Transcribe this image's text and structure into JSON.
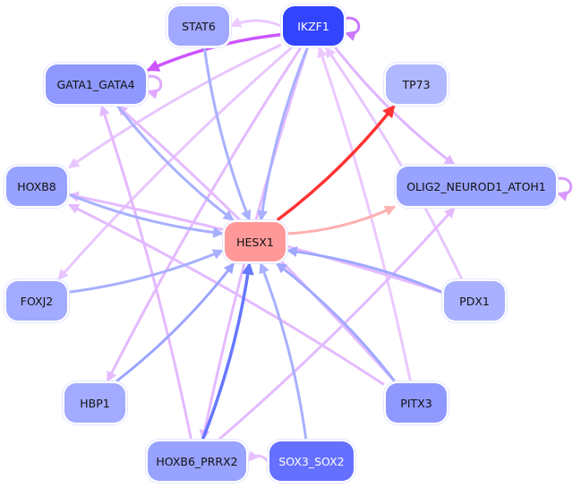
{
  "nodes": [
    {
      "id": "STAT6",
      "label": "STAT6",
      "color": "#a0a8ff",
      "text": "#111"
    },
    {
      "id": "IKZF1",
      "label": "IKZF1",
      "color": "#3344ff",
      "text": "#ffffff"
    },
    {
      "id": "GATA1_GATA4",
      "label": "GATA1_GATA4",
      "color": "#8e98ff",
      "text": "#111"
    },
    {
      "id": "TP73",
      "label": "TP73",
      "color": "#b0b8ff",
      "text": "#111"
    },
    {
      "id": "HOXB8",
      "label": "HOXB8",
      "color": "#98a2ff",
      "text": "#111"
    },
    {
      "id": "OLIG2_NEUROD1_ATOH1",
      "label": "OLIG2_NEUROD1_ATOH1",
      "color": "#98a2ff",
      "text": "#111"
    },
    {
      "id": "HESX1",
      "label": "HESX1",
      "color": "#ff9999",
      "text": "#111"
    },
    {
      "id": "FOXJ2",
      "label": "FOXJ2",
      "color": "#a2abff",
      "text": "#111"
    },
    {
      "id": "PDX1",
      "label": "PDX1",
      "color": "#a8b0ff",
      "text": "#111"
    },
    {
      "id": "HBP1",
      "label": "HBP1",
      "color": "#a2abff",
      "text": "#111"
    },
    {
      "id": "PITX3",
      "label": "PITX3",
      "color": "#8e98ff",
      "text": "#111"
    },
    {
      "id": "HOXB6_PRRX2",
      "label": "HOXB6_PRRX2",
      "color": "#98a2ff",
      "text": "#111"
    },
    {
      "id": "SOX3_SOX2",
      "label": "SOX3_SOX2",
      "color": "#6570ff",
      "text": "#ffffff"
    }
  ],
  "edges": [
    {
      "from": "IKZF1",
      "to": "STAT6",
      "color": "#ecc8ff"
    },
    {
      "from": "IKZF1",
      "to": "IKZF1",
      "color": "#cc77ff"
    },
    {
      "from": "IKZF1",
      "to": "GATA1_GATA4",
      "color": "#cc55ff"
    },
    {
      "from": "GATA1_GATA4",
      "to": "GATA1_GATA4",
      "color": "#e0a8ff"
    },
    {
      "from": "OLIG2_NEUROD1_ATOH1",
      "to": "OLIG2_NEUROD1_ATOH1",
      "color": "#d99aff"
    },
    {
      "from": "SOX3_SOX2",
      "to": "HOXB6_PRRX2",
      "color": "#e8c0ff"
    },
    {
      "from": "IKZF1",
      "to": "HOXB8",
      "color": "#e8c6ff"
    },
    {
      "from": "IKZF1",
      "to": "FOXJ2",
      "color": "#e8c6ff"
    },
    {
      "from": "IKZF1",
      "to": "HBP1",
      "color": "#e4baff"
    },
    {
      "from": "IKZF1",
      "to": "HOXB6_PRRX2",
      "color": "#e4baff"
    },
    {
      "from": "IKZF1",
      "to": "OLIG2_NEUROD1_ATOH1",
      "color": "#e0b4ff"
    },
    {
      "from": "PDX1",
      "to": "IKZF1",
      "color": "#e8c6ff"
    },
    {
      "from": "PITX3",
      "to": "IKZF1",
      "color": "#ecc8ff"
    },
    {
      "from": "PDX1",
      "to": "HOXB8",
      "color": "#e4baff"
    },
    {
      "from": "PITX3",
      "to": "HOXB8",
      "color": "#e4baff"
    },
    {
      "from": "PITX3",
      "to": "GATA1_GATA4",
      "color": "#e4baff"
    },
    {
      "from": "HOXB6_PRRX2",
      "to": "GATA1_GATA4",
      "color": "#e4baff"
    },
    {
      "from": "HOXB6_PRRX2",
      "to": "OLIG2_NEUROD1_ATOH1",
      "color": "#e4baff"
    },
    {
      "from": "STAT6",
      "to": "HESX1",
      "color": "#a8b0ff"
    },
    {
      "from": "IKZF1",
      "to": "HESX1",
      "color": "#a8b0ff"
    },
    {
      "from": "GATA1_GATA4",
      "to": "HESX1",
      "color": "#a8b0ff"
    },
    {
      "from": "HOXB8",
      "to": "HESX1",
      "color": "#a8b0ff"
    },
    {
      "from": "FOXJ2",
      "to": "HESX1",
      "color": "#a8b0ff"
    },
    {
      "from": "HBP1",
      "to": "HESX1",
      "color": "#9aa4ff"
    },
    {
      "from": "HOXB6_PRRX2",
      "to": "HESX1",
      "color": "#6677ff"
    },
    {
      "from": "SOX3_SOX2",
      "to": "HESX1",
      "color": "#a8b0ff"
    },
    {
      "from": "PITX3",
      "to": "HESX1",
      "color": "#a0a8ff"
    },
    {
      "from": "PDX1",
      "to": "HESX1",
      "color": "#a0a8ff"
    },
    {
      "from": "HESX1",
      "to": "TP73",
      "color": "#ff3333"
    },
    {
      "from": "HESX1",
      "to": "OLIG2_NEUROD1_ATOH1",
      "color": "#ffb0b0"
    }
  ]
}
